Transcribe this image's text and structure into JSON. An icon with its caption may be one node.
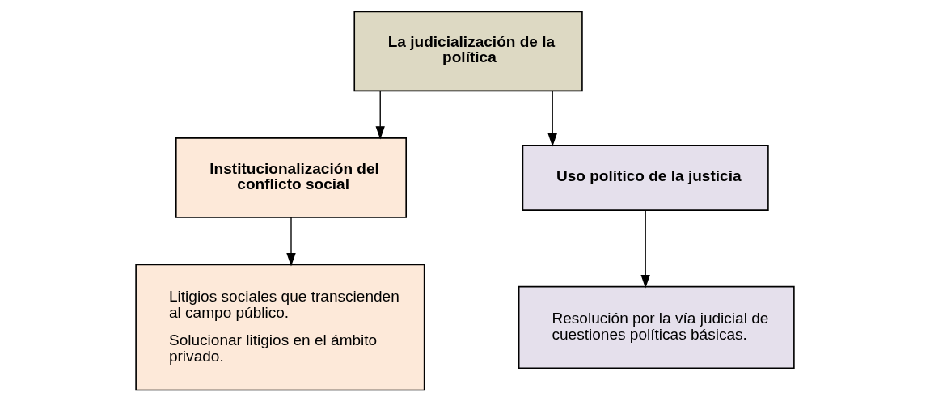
{
  "diagram": {
    "nodes": [
      {
        "text": [
          "La judicialización de la política"
        ]
      },
      {
        "text": [
          "Institucionalización del conflicto social"
        ]
      },
      {
        "text": [
          "Uso político de la justicia"
        ]
      },
      {
        "text": [
          "Litigios sociales que transcienden al campo público.",
          "Solucionar litigios en el ámbito privado."
        ]
      },
      {
        "text": [
          "Resolución por la vía judicial de cuestiones políticas básicas."
        ]
      }
    ],
    "edges": [
      {
        "from": 0,
        "to": 1,
        "arrow": "to"
      },
      {
        "from": 0,
        "to": 2,
        "arrow": "to"
      },
      {
        "from": 1,
        "to": 3,
        "arrow": "to"
      },
      {
        "from": 2,
        "to": 4,
        "arrow": "to"
      }
    ]
  }
}
